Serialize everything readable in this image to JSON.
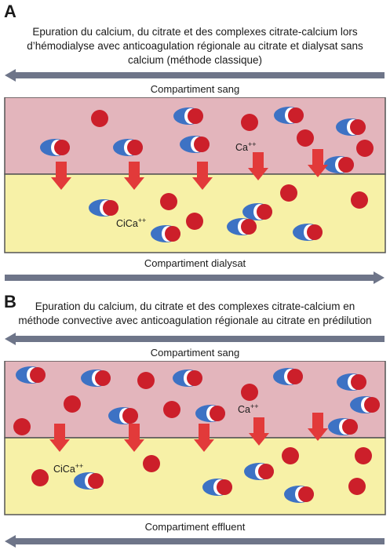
{
  "panel_a": {
    "letter": "A",
    "title_lines": [
      "Epuration du calcium, du citrate et des complexes citrate-calcium lors",
      "d’hémodialyse avec anticoagulation régionale au citrate et dialysat sans",
      "calcium (méthode classique)"
    ],
    "top_compartment": "Compartiment sang",
    "bottom_compartment": "Compartiment dialysat",
    "ca_label": "Ca",
    "ca_sup": "++",
    "cica_label": "CiCa",
    "cica_sup": "++",
    "top_flow_direction": "left",
    "bottom_flow_direction": "right"
  },
  "panel_b": {
    "letter": "B",
    "title_lines": [
      "Epuration du calcium, du citrate et des complexes citrate-calcium en",
      "méthode convective avec anticoagulation régionale au citrate en prédilution"
    ],
    "top_compartment": "Compartiment sang",
    "bottom_compartment": "Compartiment effluent",
    "ca_label": "Ca",
    "ca_sup": "++",
    "cica_label": "CiCa",
    "cica_sup": "++",
    "top_flow_direction": "left",
    "bottom_flow_direction": "left"
  },
  "colors": {
    "blood": "#e3b5bc",
    "dialysate": "#f7f1a7",
    "calcium": "#cc1f2a",
    "citrate": "#3d72c4",
    "arrow_red": "#e23a3a",
    "flow_arrow": "#6e7589"
  }
}
